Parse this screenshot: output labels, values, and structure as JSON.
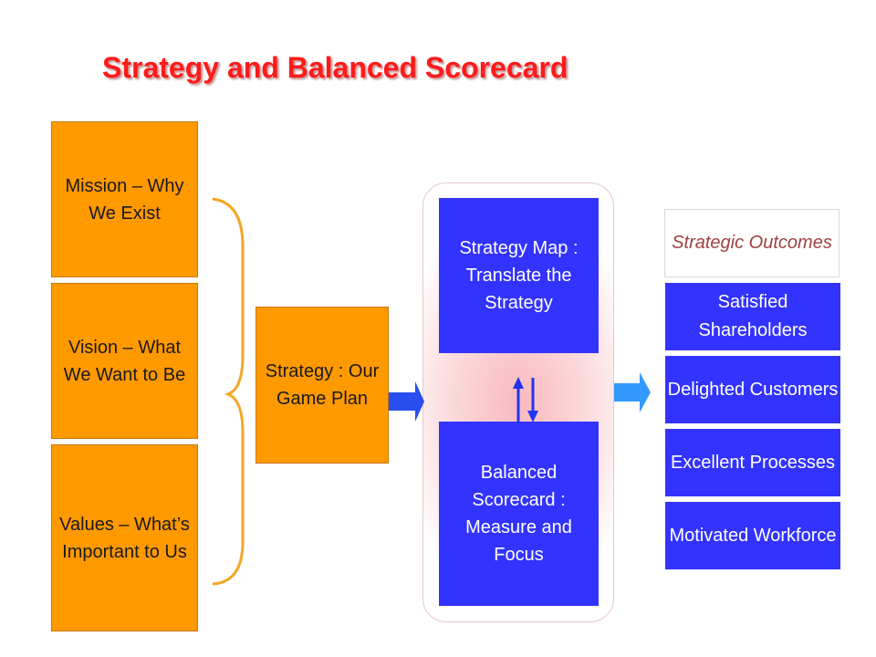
{
  "title": "Strategy and Balanced Scorecard",
  "left_boxes": [
    "Mission – Why We Exist",
    "Vision – What We Want to Be",
    "Values – What’s Important to Us"
  ],
  "strategy_box": "Strategy : Our Game Plan",
  "middle": {
    "top": "Strategy Map : Translate the Strategy",
    "bottom": "Balanced Scorecard : Measure and Focus"
  },
  "outcomes": {
    "header": "Strategic Outcomes",
    "items": [
      "Satisfied Shareholders",
      "Delighted Customers",
      "Excellent Processes",
      "Motivated Workforce"
    ]
  },
  "colors": {
    "orange": "#ff9900",
    "blue": "#3333ff",
    "arrow": "#3399ff",
    "brace": "#f5a623",
    "title": "#ff1a1a"
  }
}
